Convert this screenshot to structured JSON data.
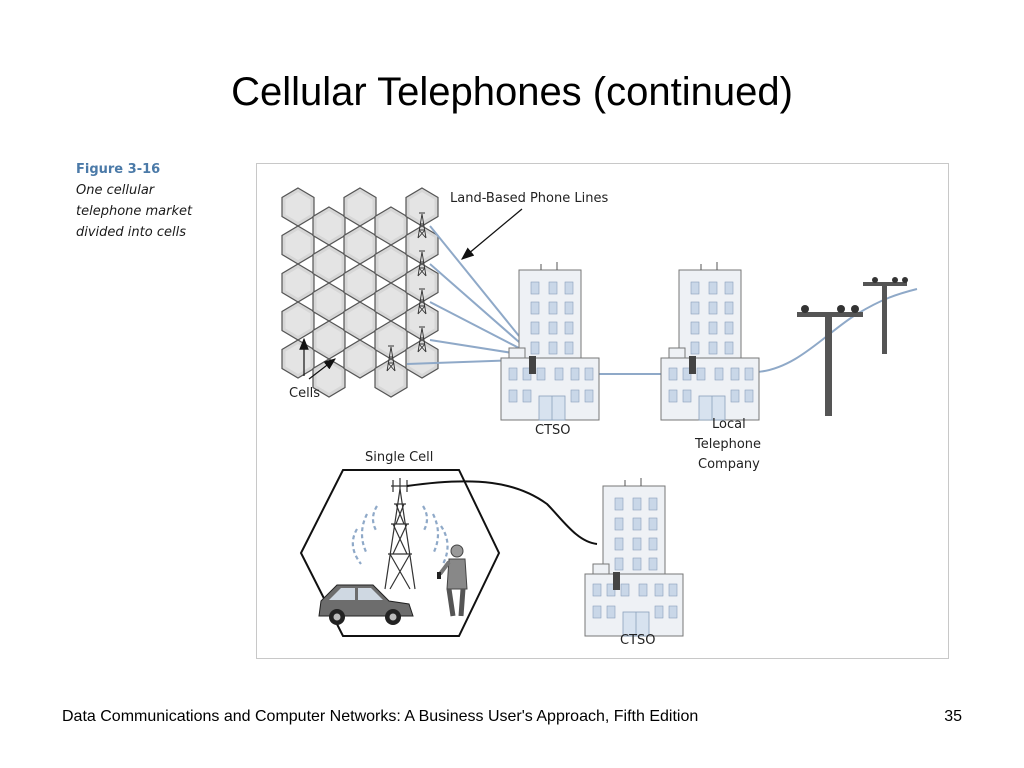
{
  "slide": {
    "title": "Cellular Telephones (continued)",
    "footer": "Data Communications and Computer Networks: A Business User's Approach, Fifth Edition",
    "page_number": "35"
  },
  "figure": {
    "label": "Figure 3-16",
    "description": "One cellular telephone market divided into cells",
    "labels": {
      "land_lines": "Land-Based Phone Lines",
      "cells": "Cells",
      "ctso_top": "CTSO",
      "local_line1": "Local",
      "local_line2": "Telephone",
      "local_line3": "Company",
      "single_cell": "Single Cell",
      "ctso_bottom": "CTSO"
    },
    "colors": {
      "phone_line": "#8fa9c8",
      "building_fill": "#eef1f5",
      "window": "#c9d7e8",
      "hex_fill": "#d8d8d8"
    }
  }
}
